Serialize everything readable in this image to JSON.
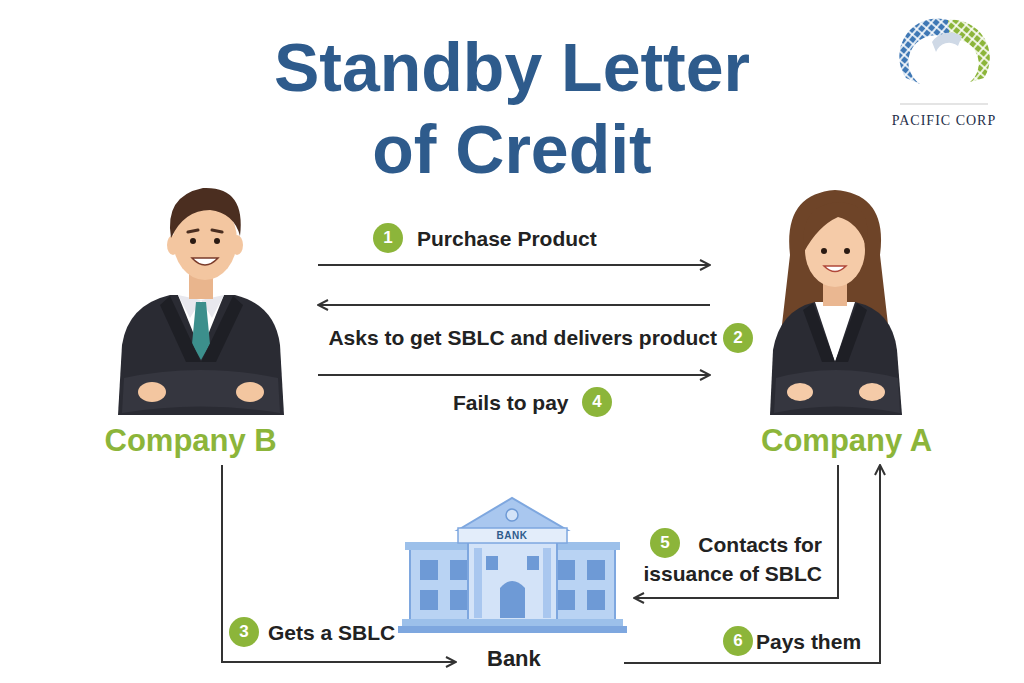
{
  "diagram": {
    "title": "Standby Letter of Credit",
    "nodes": [
      {
        "text": [
          "Company B"
        ]
      },
      {
        "text": [
          "Company A"
        ]
      },
      {
        "text": [
          "Bank"
        ]
      }
    ],
    "edges": [
      {
        "from": 0,
        "to": 1,
        "arrow": "to",
        "label": "Purchase Product"
      },
      {
        "from": 1,
        "to": 0,
        "arrow": "to",
        "label": "Asks to get SBLC and delivers product"
      },
      {
        "from": 0,
        "to": 2,
        "arrow": "to",
        "label": "Gets a SBLC"
      },
      {
        "from": 0,
        "to": 1,
        "arrow": "to",
        "label": "Fails to pay"
      },
      {
        "from": 1,
        "to": 2,
        "arrow": "to",
        "label": "Contacts for issuance of SBLC"
      },
      {
        "from": 2,
        "to": 1,
        "arrow": "to",
        "label": "Pays them"
      }
    ],
    "labels": [
      "PACIFIC CORP",
      "BANK",
      "1",
      "2",
      "3",
      "4",
      "5",
      "6"
    ]
  }
}
